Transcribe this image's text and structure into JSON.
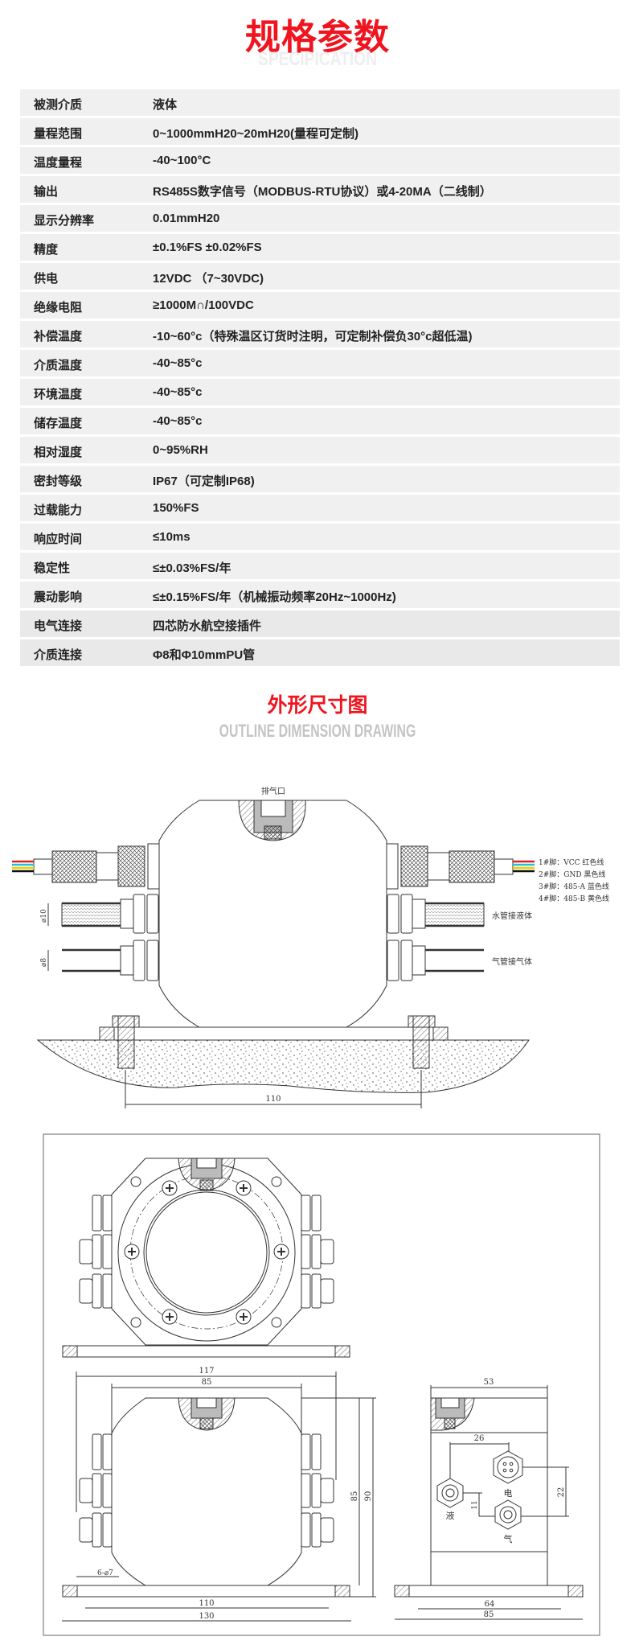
{
  "header": {
    "title": "规格参数",
    "subtitle": "SPECIPICATION"
  },
  "specs": [
    {
      "label": "被测介质",
      "value": "液体"
    },
    {
      "label": "量程范围",
      "value": "0~1000mmH20~20mH20(量程可定制)"
    },
    {
      "label": "温度量程",
      "value": "-40~100°C"
    },
    {
      "label": "输出",
      "value": "RS485S数字信号（MODBUS-RTU协议）或4-20MA（二线制）"
    },
    {
      "label": "显示分辨率",
      "value": " 0.01mmH20"
    },
    {
      "label": "精度",
      "value": "±0.1%FS     ±0.02%FS"
    },
    {
      "label": "供电",
      "value": "12VDC  （7~30VDC)"
    },
    {
      "label": "绝缘电阻",
      "value": "≥1000M∩/100VDC"
    },
    {
      "label": "补偿温度",
      "value": "-10~60°c（特殊温区订货时注明，可定制补偿负30°c超低温)"
    },
    {
      "label": "介质温度",
      "value": "-40~85°c"
    },
    {
      "label": "环境温度",
      "value": "-40~85°c"
    },
    {
      "label": "储存温度",
      "value": "-40~85°c"
    },
    {
      "label": "相对湿度",
      "value": "0~95%RH"
    },
    {
      "label": "密封等级",
      "value": "IP67（可定制IP68)"
    },
    {
      "label": "过载能力",
      "value": "150%FS"
    },
    {
      "label": "响应时间",
      "value": "≤10ms"
    },
    {
      "label": "稳定性",
      "value": "≤±0.03%FS/年"
    },
    {
      "label": "震动影响",
      "value": "≤±0.15%FS/年（机械振动频率20Hz~1000Hz)"
    },
    {
      "label": "电气连接",
      "value": "四芯防水航空接插件"
    },
    {
      "label": "介质连接",
      "value": "Φ8和Φ10mmPU管"
    }
  ],
  "drawing": {
    "title": "外形尺寸图",
    "subtitle": "OUTLINE DIMENSION DRAWING",
    "vent_label": "排气口",
    "pins": [
      "1#脚：VCC  红色线",
      "2#脚：GND  黑色线",
      "3#脚：485-A 蓝色线",
      "4#脚：485-B 黄色线"
    ],
    "liquid_pipe_label": "水管接液体",
    "gas_pipe_label": "气管接气体",
    "dia10": "⌀10",
    "dia8": "⌀8",
    "dims": {
      "base_110": "110",
      "w117": "117",
      "w85": "85",
      "h85": "85",
      "h90": "90",
      "holes": "6-⌀7",
      "b110": "110",
      "b130": "130",
      "d53": "53",
      "d26": "26",
      "d22": "22",
      "d11": "11",
      "d64": "64",
      "d85": "85"
    },
    "port_labels": {
      "electric": "电",
      "liquid": "液",
      "gas": "气"
    },
    "wire_colors": [
      "#e02020",
      "#20c0e0",
      "#e8d000",
      "#111111"
    ]
  }
}
